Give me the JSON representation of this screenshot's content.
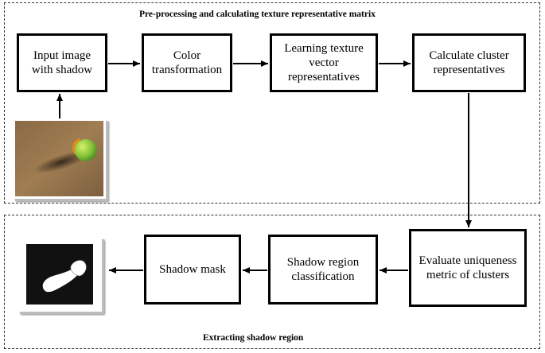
{
  "panels": {
    "top": {
      "title": "Pre-processing and calculating texture representative matrix"
    },
    "bottom": {
      "title": "Extracting shadow region"
    }
  },
  "nodes": {
    "input_image": "Input image with shadow",
    "color_transformation": "Color transformation",
    "learning_texture": "Learning texture vector representatives",
    "calculate_cluster": "Calculate cluster representatives",
    "evaluate_uniqueness": "Evaluate uniqueness metric of clusters",
    "shadow_classification": "Shadow region classification",
    "shadow_mask": "Shadow mask"
  },
  "colors": {
    "line": "#000000",
    "panel_border": "#333333",
    "box_border": "#000000"
  }
}
